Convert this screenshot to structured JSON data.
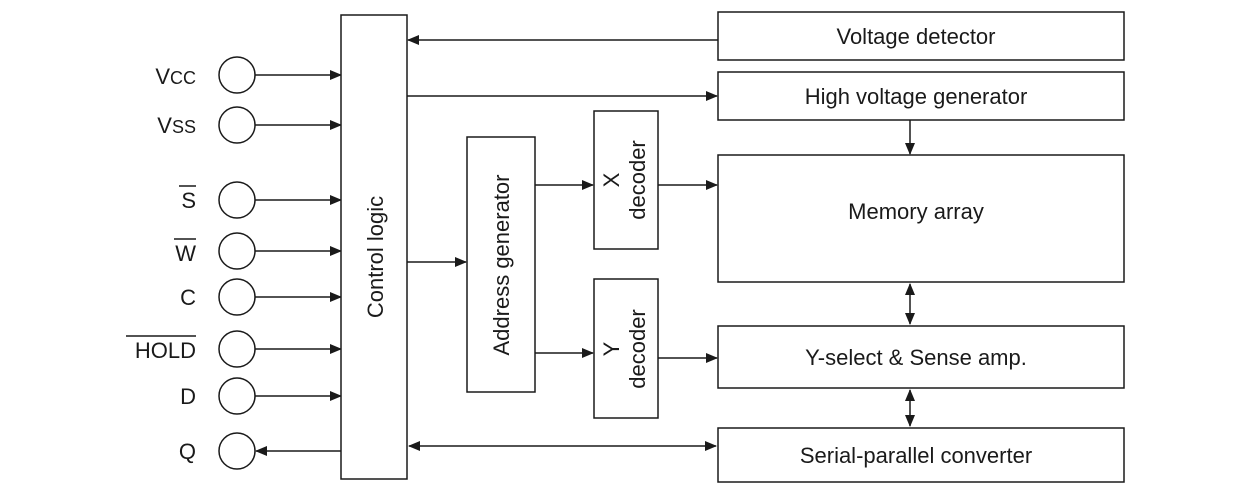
{
  "pins": [
    {
      "id": "vcc",
      "main": "V",
      "sub": "CC",
      "overline": false,
      "direction": "in"
    },
    {
      "id": "vss",
      "main": "V",
      "sub": "SS",
      "overline": false,
      "direction": "in"
    },
    {
      "id": "s",
      "main": "S",
      "sub": "",
      "overline": true,
      "direction": "in"
    },
    {
      "id": "w",
      "main": "W",
      "sub": "",
      "overline": true,
      "direction": "in"
    },
    {
      "id": "c",
      "main": "C",
      "sub": "",
      "overline": false,
      "direction": "in"
    },
    {
      "id": "hold",
      "main": "HOLD",
      "sub": "",
      "overline": true,
      "direction": "in"
    },
    {
      "id": "d",
      "main": "D",
      "sub": "",
      "overline": false,
      "direction": "in"
    },
    {
      "id": "q",
      "main": "Q",
      "sub": "",
      "overline": false,
      "direction": "out"
    }
  ],
  "blocks": {
    "control_logic": "Control logic",
    "address_generator": "Address generator",
    "x_decoder": {
      "line1": "X",
      "line2": "decoder"
    },
    "y_decoder": {
      "line1": "Y",
      "line2": "decoder"
    },
    "voltage_detector": "Voltage detector",
    "high_voltage_generator": "High voltage generator",
    "memory_array": "Memory array",
    "y_select_sense_amp": "Y-select & Sense amp.",
    "serial_parallel_converter": "Serial-parallel converter"
  }
}
